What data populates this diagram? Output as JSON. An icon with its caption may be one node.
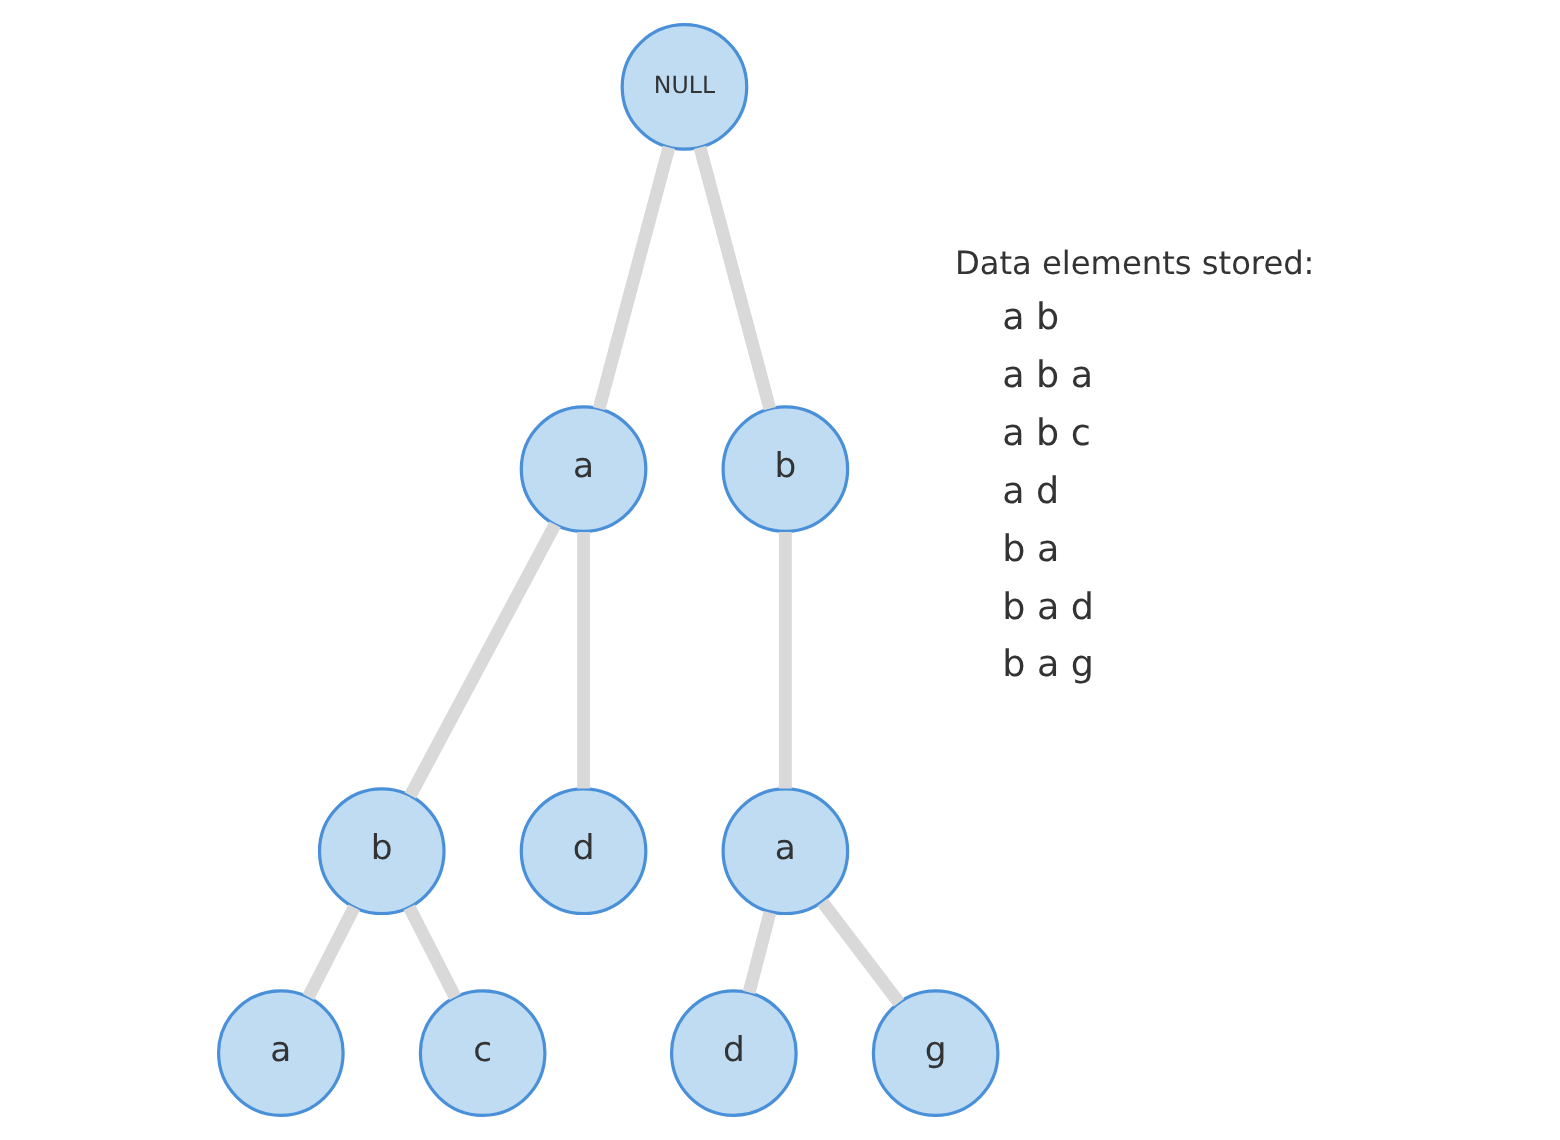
{
  "diagram": {
    "nodes": [
      {
        "text": [
          "NULL"
        ]
      },
      {
        "text": [
          "a"
        ]
      },
      {
        "text": [
          "b"
        ]
      },
      {
        "text": [
          "b"
        ]
      },
      {
        "text": [
          "d"
        ]
      },
      {
        "text": [
          "a"
        ]
      },
      {
        "text": [
          "a"
        ]
      },
      {
        "text": [
          "c"
        ]
      },
      {
        "text": [
          "d"
        ]
      },
      {
        "text": [
          "g"
        ]
      }
    ],
    "edges": [
      {
        "from": 0,
        "to": 1,
        "arrow": "none"
      },
      {
        "from": 0,
        "to": 2,
        "arrow": "none"
      },
      {
        "from": 1,
        "to": 3,
        "arrow": "none"
      },
      {
        "from": 1,
        "to": 4,
        "arrow": "none"
      },
      {
        "from": 2,
        "to": 5,
        "arrow": "none"
      },
      {
        "from": 3,
        "to": 6,
        "arrow": "none"
      },
      {
        "from": 3,
        "to": 7,
        "arrow": "none"
      },
      {
        "from": 5,
        "to": 8,
        "arrow": "none"
      },
      {
        "from": 5,
        "to": 9,
        "arrow": "none"
      }
    ],
    "labels": [
      "Data elements stored:",
      "a b",
      "a b a",
      "a b c",
      "a d",
      "b a",
      "b a d",
      "b a g"
    ]
  }
}
